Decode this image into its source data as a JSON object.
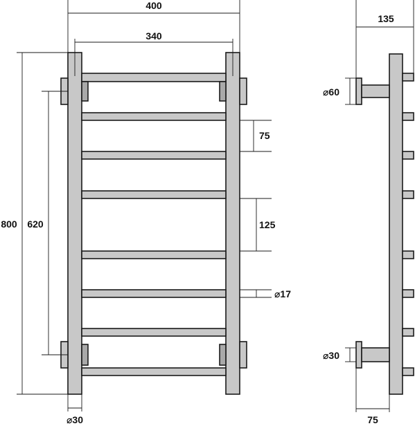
{
  "dimensions": {
    "overall_width": "400",
    "inner_width": "340",
    "overall_height": "800",
    "mount_spacing": "620",
    "rung_gap_small": "75",
    "rung_gap_large": "125",
    "rung_diameter": "⌀17",
    "post_diameter": "⌀30",
    "side_depth": "135",
    "flange_diameter": "⌀60",
    "pipe_diameter": "⌀30",
    "offset": "75"
  },
  "colors": {
    "part_fill": "#c8c8c8",
    "line": "#1a1a1a"
  }
}
